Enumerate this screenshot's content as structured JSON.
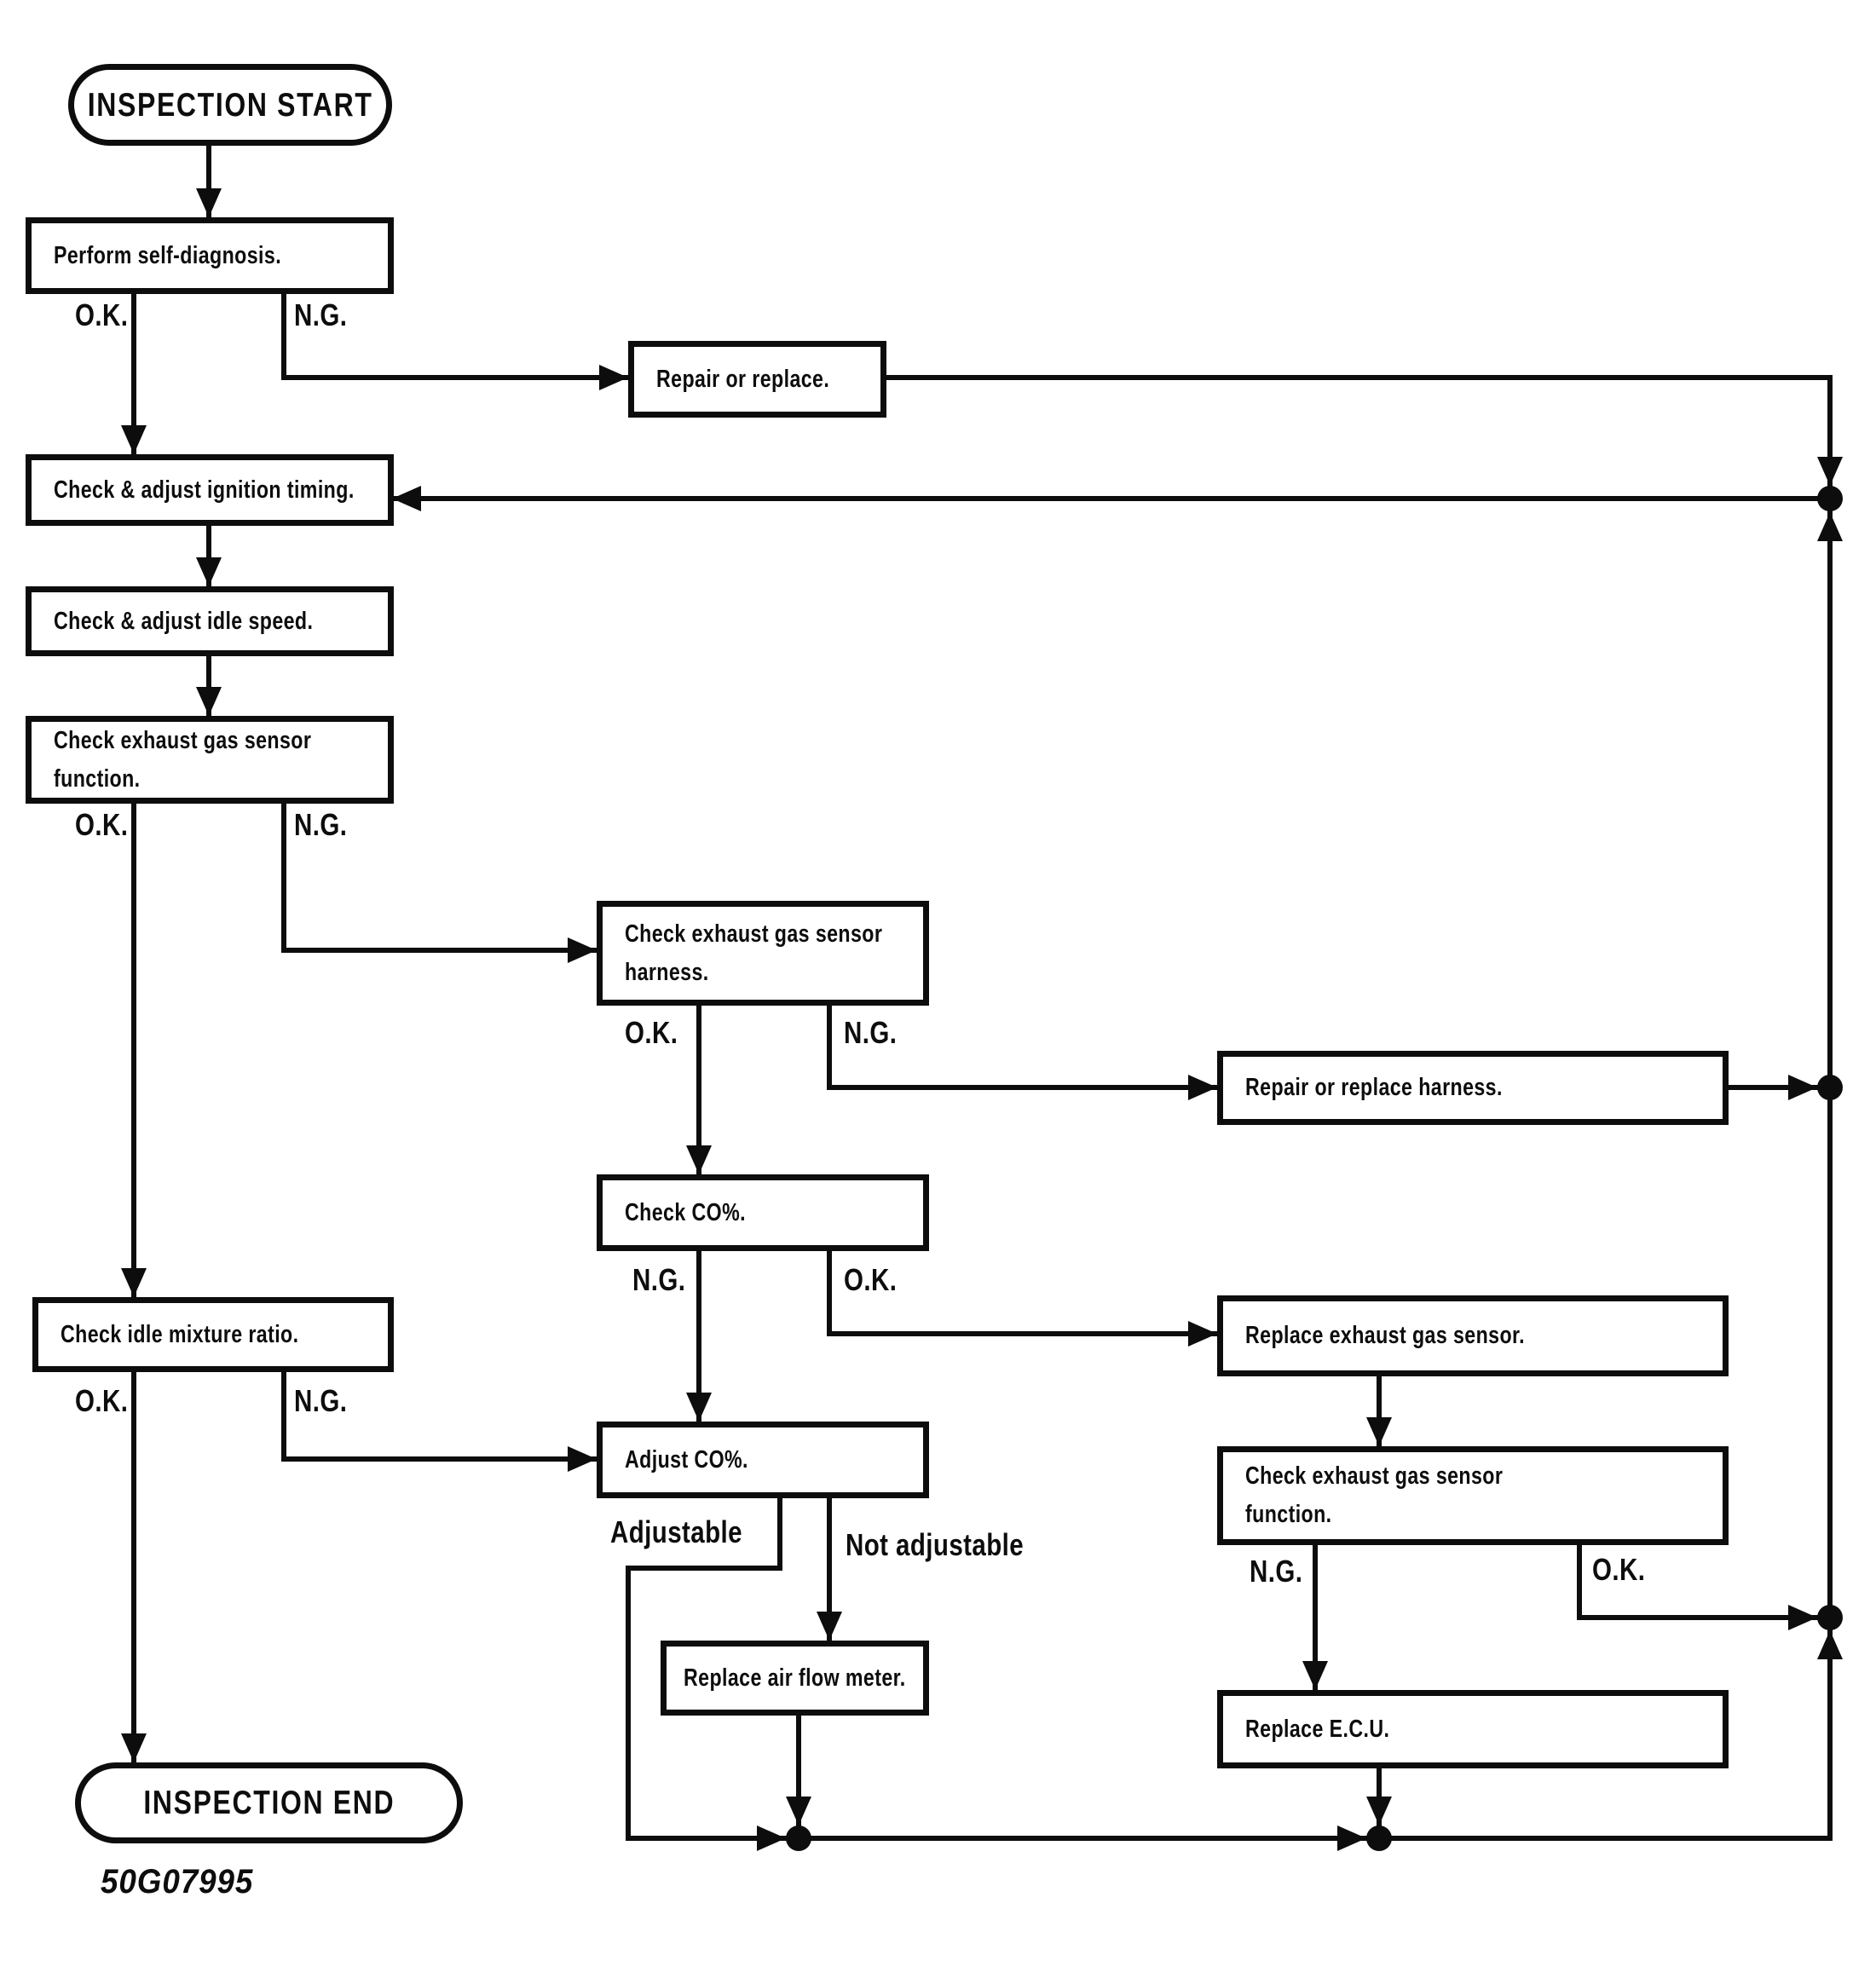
{
  "colors": {
    "ink": "#0d0d0d",
    "paper": "#ffffff"
  },
  "terminals": {
    "start": "INSPECTION START",
    "end": "INSPECTION END"
  },
  "nodes": {
    "perform_self_diagnosis": "Perform self-diagnosis.",
    "repair_or_replace": "Repair or replace.",
    "check_adjust_ignition_timing": "Check & adjust ignition timing.",
    "check_adjust_idle_speed": "Check & adjust idle speed.",
    "check_exhaust_gas_sensor_function": "Check exhaust gas sensor\nfunction.",
    "check_exhaust_gas_sensor_harness": "Check exhaust gas sensor\nharness.",
    "repair_or_replace_harness": "Repair or replace harness.",
    "check_co_percent": "Check CO%.",
    "replace_exhaust_gas_sensor": "Replace exhaust gas sensor.",
    "check_idle_mixture_ratio": "Check idle mixture ratio.",
    "adjust_co_percent": "Adjust CO%.",
    "check_exhaust_gas_sensor_function_2": "Check exhaust gas sensor\nfunction.",
    "replace_air_flow_meter": "Replace air flow meter.",
    "replace_ecu": "Replace E.C.U."
  },
  "branch_labels": {
    "ok": "O.K.",
    "ng": "N.G.",
    "adjustable": "Adjustable",
    "not_adjustable": "Not adjustable"
  },
  "figure_code": "50G07995"
}
